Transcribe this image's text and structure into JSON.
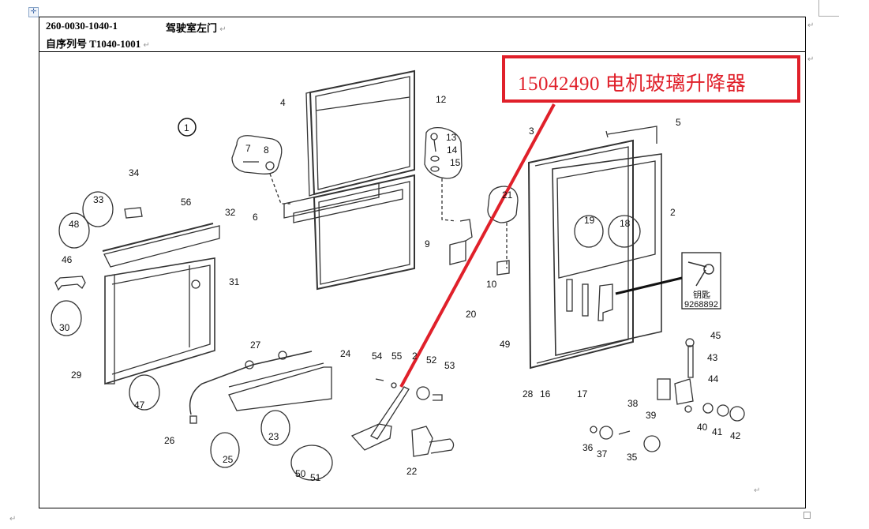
{
  "document": {
    "part_number": "260-0030-1040-1",
    "part_name": "驾驶室左门",
    "serial_label": "自序列号 T1040-1001",
    "paragraph_mark": "↵"
  },
  "callout": {
    "text": "15042490  电机玻璃升降器",
    "color": "#e0202a",
    "points_to_item": "21"
  },
  "diagram": {
    "section_badge": "1",
    "key_box": {
      "label": "钥匙",
      "part_number": "9268892"
    },
    "item_labels": [
      "1",
      "2",
      "3",
      "4",
      "5",
      "6",
      "7",
      "8",
      "9",
      "10",
      "12",
      "13",
      "14",
      "15",
      "16",
      "17",
      "18",
      "19",
      "20",
      "21",
      "22",
      "23",
      "24",
      "25",
      "26",
      "27",
      "28",
      "29",
      "30",
      "31",
      "32",
      "33",
      "34",
      "35",
      "36",
      "37",
      "38",
      "39",
      "40",
      "41",
      "42",
      "43",
      "44",
      "45",
      "46",
      "47",
      "48",
      "49",
      "50",
      "51",
      "52",
      "53",
      "54",
      "55",
      "56"
    ]
  },
  "icons": {
    "move_handle": "move-icon",
    "resize_handle": "resize-handle-icon"
  }
}
